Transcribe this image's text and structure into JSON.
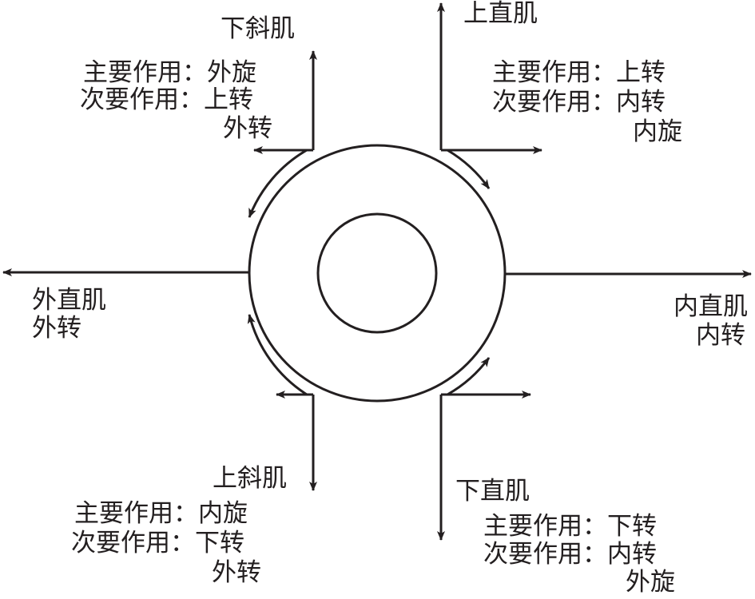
{
  "muscles": {
    "inferior_oblique": {
      "name": "下斜肌",
      "primary": "主要作用：外旋",
      "secondary_1": "次要作用：上转",
      "secondary_2": "外转"
    },
    "superior_rectus": {
      "name": "上直肌",
      "primary": "主要作用：上转",
      "secondary_1": "次要作用：内转",
      "secondary_2": "内旋"
    },
    "lateral_rectus": {
      "name": "外直肌",
      "action": "外转"
    },
    "medial_rectus": {
      "name": "内直肌",
      "action": "内转"
    },
    "superior_oblique": {
      "name": "上斜肌",
      "primary": "主要作用：内旋",
      "secondary_1": "次要作用：下转",
      "secondary_2": "外转"
    },
    "inferior_rectus": {
      "name": "下直肌",
      "primary": "主要作用：下转",
      "secondary_1": "次要作用：内转",
      "secondary_2": "外旋"
    }
  },
  "colors": {
    "line": "#231f20",
    "background": "#ffffff"
  }
}
